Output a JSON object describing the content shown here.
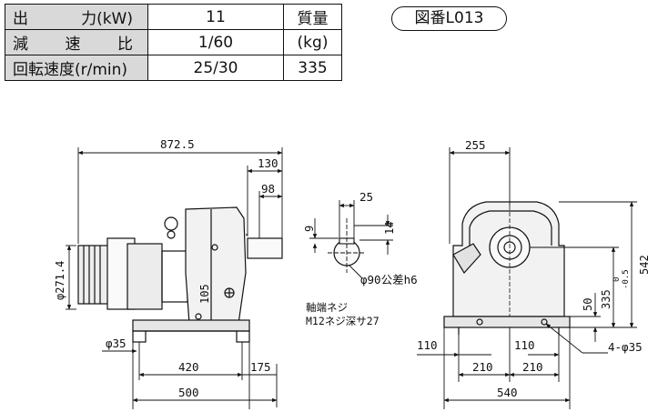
{
  "spec_table": {
    "output_label": "出　力(kW)",
    "output_label_chars": [
      "出",
      "力(kW)"
    ],
    "output_value": "11",
    "ratio_label": "減　速　比",
    "ratio_label_chars": [
      "減",
      "速",
      "比"
    ],
    "ratio_value": "1/60",
    "speed_label": "回転速度(r/min)",
    "speed_value": "25/30",
    "weight_label": "質量",
    "weight_unit": "(kg)",
    "weight_value": "335"
  },
  "figure_number": "図番L013",
  "side_view": {
    "overall_length": "872.5",
    "shaft_extension": "130",
    "shaft_length": "98",
    "motor_diameter": "φ271.4",
    "shaft_height_label": "105",
    "base_hole": "φ35",
    "base_span": "420",
    "base_end": "175",
    "base_length": "500"
  },
  "shaft_section": {
    "key_width": "25",
    "key_depth": "9",
    "key_height": "14",
    "shaft_diameter": "φ90公差h6",
    "thread_note_line1": "軸端ネジ",
    "thread_note_line2": "M12ネジ深サ27"
  },
  "end_view": {
    "top_width": "255",
    "total_height": "542",
    "center_height": "335",
    "center_tolerance_upper": "0",
    "center_tolerance_lower": "-0.5",
    "base_height": "50",
    "left_foot": "110",
    "right_foot": "110",
    "left_half": "210",
    "right_half": "210",
    "overall_width": "540",
    "mount_holes": "4-φ35"
  }
}
